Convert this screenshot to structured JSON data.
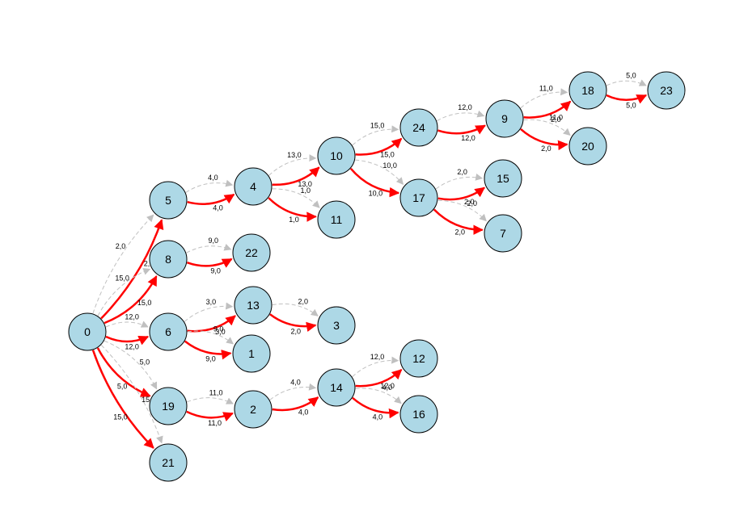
{
  "colors": {
    "node_fill": "#add8e6",
    "node_stroke": "#000000",
    "flow_edge": "#ff0000",
    "capacity_edge": "#c0c0c0"
  },
  "nodes": [
    "0",
    "5",
    "8",
    "6",
    "19",
    "21",
    "4",
    "22",
    "13",
    "1",
    "2",
    "10",
    "11",
    "3",
    "14",
    "24",
    "17",
    "12",
    "16",
    "9",
    "15",
    "7",
    "18",
    "20",
    "23"
  ],
  "edges": [
    {
      "from": "0",
      "to": "5",
      "label": "2,0"
    },
    {
      "from": "0",
      "to": "8",
      "label": "15,0"
    },
    {
      "from": "0",
      "to": "6",
      "label": "12,0"
    },
    {
      "from": "0",
      "to": "19",
      "label": "5,0"
    },
    {
      "from": "0",
      "to": "21",
      "label": "15,0"
    },
    {
      "from": "5",
      "to": "4",
      "label": "4,0"
    },
    {
      "from": "8",
      "to": "22",
      "label": "9,0"
    },
    {
      "from": "6",
      "to": "13",
      "label": "3,0"
    },
    {
      "from": "6",
      "to": "1",
      "label": "9,0"
    },
    {
      "from": "19",
      "to": "2",
      "label": "11,0"
    },
    {
      "from": "4",
      "to": "10",
      "label": "13,0"
    },
    {
      "from": "4",
      "to": "11",
      "label": "1,0"
    },
    {
      "from": "13",
      "to": "3",
      "label": "2,0"
    },
    {
      "from": "2",
      "to": "14",
      "label": "4,0"
    },
    {
      "from": "10",
      "to": "24",
      "label": "15,0"
    },
    {
      "from": "10",
      "to": "17",
      "label": "10,0"
    },
    {
      "from": "14",
      "to": "12",
      "label": "12,0"
    },
    {
      "from": "14",
      "to": "16",
      "label": "4,0"
    },
    {
      "from": "24",
      "to": "9",
      "label": "12,0"
    },
    {
      "from": "17",
      "to": "15",
      "label": "2,0"
    },
    {
      "from": "17",
      "to": "7",
      "label": "2,0"
    },
    {
      "from": "9",
      "to": "18",
      "label": "11,0"
    },
    {
      "from": "9",
      "to": "20",
      "label": "2,0"
    },
    {
      "from": "18",
      "to": "23",
      "label": "5,0"
    }
  ]
}
